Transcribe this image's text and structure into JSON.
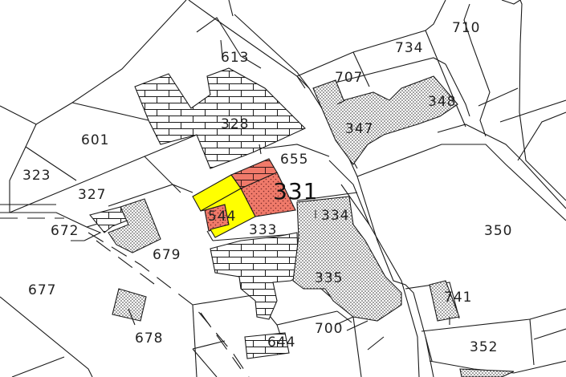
{
  "map": {
    "type": "cadastral-parcel-map",
    "colors": {
      "background": "#ffffff",
      "line": "#1a1a1a",
      "selected_parcel_fill": "#ffff00",
      "highlight_building_fill": "#f07a6a",
      "dotted_building_fill": "#d8d8d8"
    },
    "highlighted_parcel": "331",
    "selected_parcel": "544",
    "parcels": [
      {
        "id": "613",
        "label": "613"
      },
      {
        "id": "328",
        "label": "328"
      },
      {
        "id": "707",
        "label": "707"
      },
      {
        "id": "734",
        "label": "734"
      },
      {
        "id": "710",
        "label": "710"
      },
      {
        "id": "348",
        "label": "348"
      },
      {
        "id": "347",
        "label": "347"
      },
      {
        "id": "601",
        "label": "601"
      },
      {
        "id": "655",
        "label": "655"
      },
      {
        "id": "331",
        "label": "331"
      },
      {
        "id": "323",
        "label": "323"
      },
      {
        "id": "327",
        "label": "327"
      },
      {
        "id": "544",
        "label": "544"
      },
      {
        "id": "334",
        "label": "334"
      },
      {
        "id": "350",
        "label": "350"
      },
      {
        "id": "672",
        "label": "672"
      },
      {
        "id": "333",
        "label": "333"
      },
      {
        "id": "679",
        "label": "679"
      },
      {
        "id": "335",
        "label": "335"
      },
      {
        "id": "677",
        "label": "677"
      },
      {
        "id": "741",
        "label": "741"
      },
      {
        "id": "678",
        "label": "678"
      },
      {
        "id": "700",
        "label": "700"
      },
      {
        "id": "644",
        "label": "644"
      },
      {
        "id": "352",
        "label": "352"
      }
    ]
  }
}
